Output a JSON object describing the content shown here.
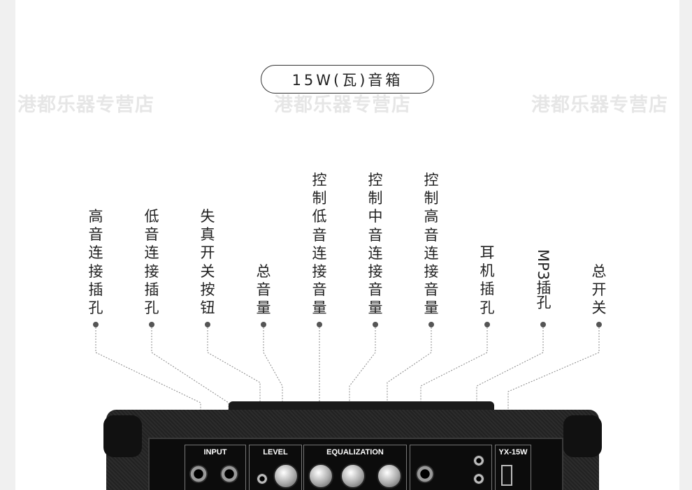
{
  "title": "15W(瓦)音箱",
  "watermark": "港都乐器专营店",
  "labels": [
    {
      "id": "treble-input",
      "text": "高音连接插孔"
    },
    {
      "id": "bass-input",
      "text": "低音连接插孔"
    },
    {
      "id": "distortion-button",
      "text": "失真开关按钮"
    },
    {
      "id": "master-volume",
      "text": "总音量"
    },
    {
      "id": "bass-control",
      "text": "控制低音连接音量"
    },
    {
      "id": "mid-control",
      "text": "控制中音连接音量"
    },
    {
      "id": "treble-control",
      "text": "控制高音连接音量"
    },
    {
      "id": "headphone-jack",
      "text": "耳机插孔"
    },
    {
      "id": "mp3-jack",
      "text": "MP3插孔"
    },
    {
      "id": "power-switch",
      "text": "总开关"
    }
  ],
  "panel": {
    "input_label": "INPUT",
    "level_label": "LEVEL",
    "eq_label": "EQUALIZATION",
    "model_label": "YX-15W"
  }
}
